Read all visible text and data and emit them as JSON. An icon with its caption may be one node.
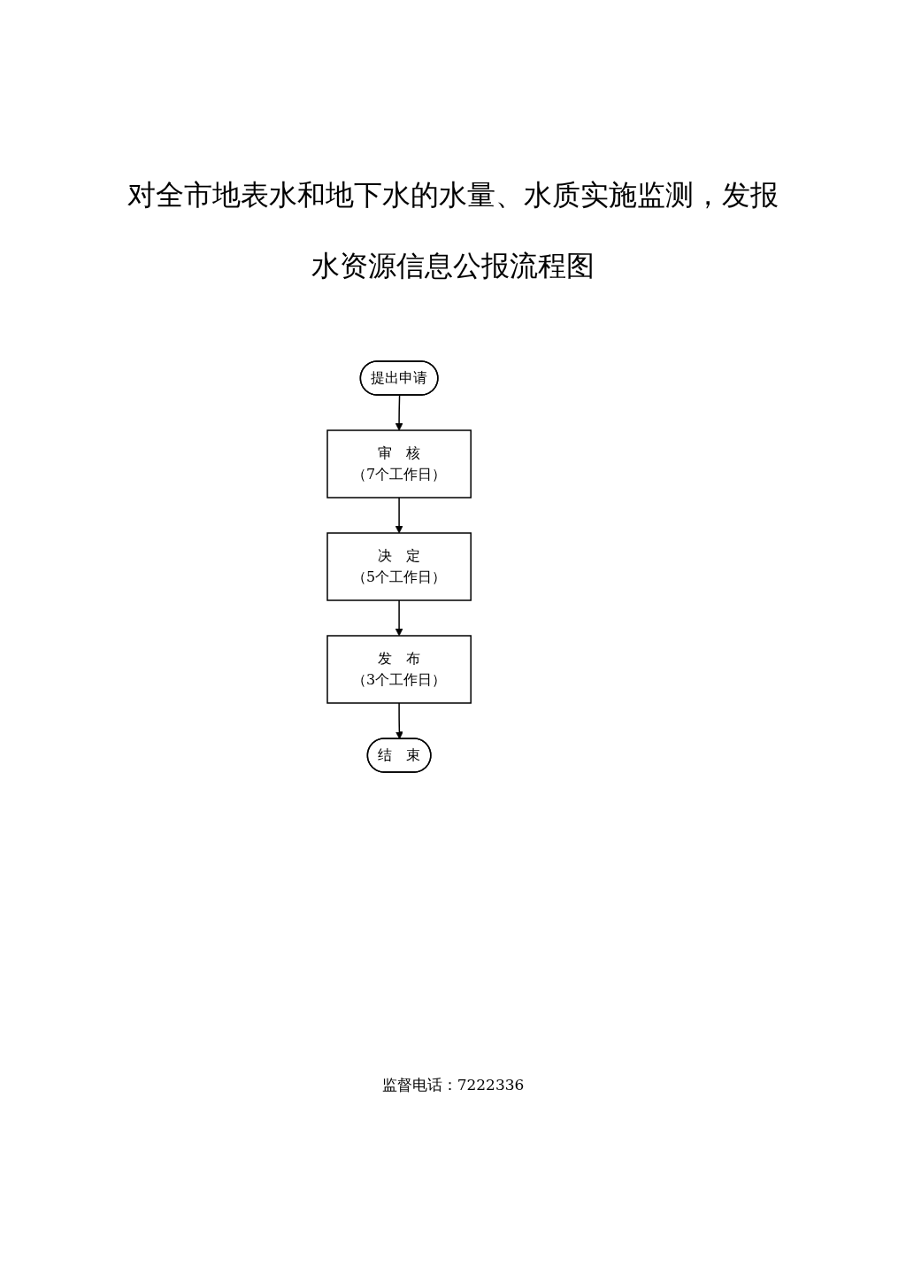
{
  "diagram": {
    "title": "对全市地表水和地下水的水量、水质实施监测，发报水资源信息公报流程图",
    "nodes": [
      {
        "text": [
          "提出申请"
        ]
      },
      {
        "text": [
          "审　核",
          "（7个工作日）"
        ]
      },
      {
        "text": [
          "决　定",
          "（5个工作日）"
        ]
      },
      {
        "text": [
          "发　布",
          "（3个工作日）"
        ]
      },
      {
        "text": [
          "结　束"
        ]
      }
    ],
    "edges": [
      {
        "from": 0,
        "to": 1,
        "arrow": "to"
      },
      {
        "from": 1,
        "to": 2,
        "arrow": "to"
      },
      {
        "from": 2,
        "to": 3,
        "arrow": "to"
      },
      {
        "from": 3,
        "to": 4,
        "arrow": "to"
      }
    ],
    "labels": [
      "监督电话：7222336"
    ]
  }
}
